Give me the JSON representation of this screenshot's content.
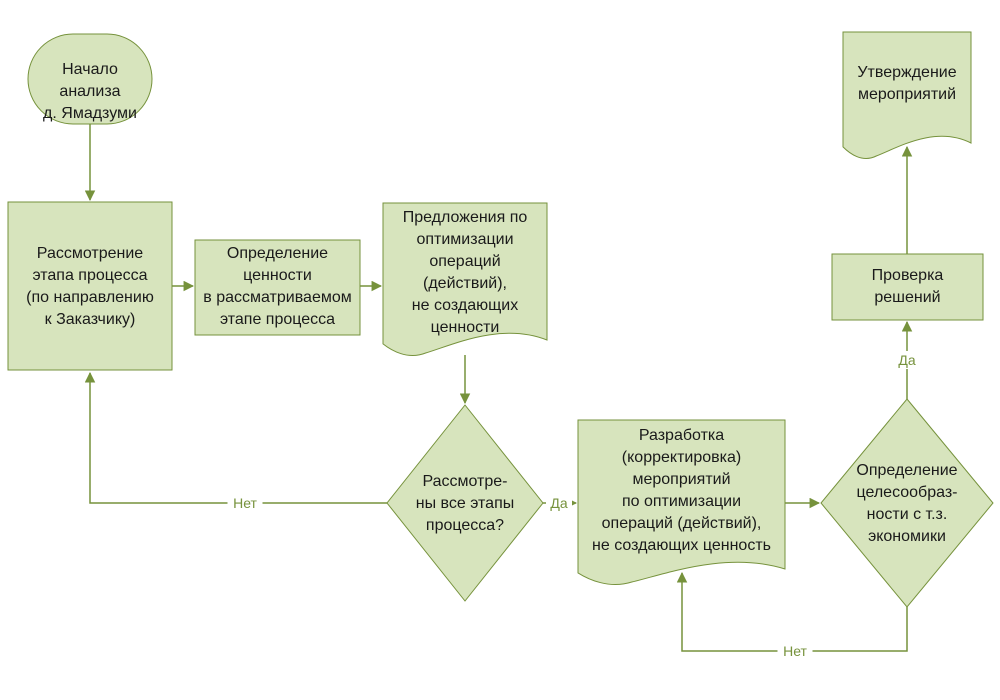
{
  "colors": {
    "shape_fill": "#d7e4bd",
    "shape_stroke": "#76923c",
    "connector": "#76923c",
    "text": "#1a1a1a",
    "edge_label": "#76923c"
  },
  "nodes": {
    "start": {
      "shape": "terminator",
      "lines": [
        "Начало",
        "анализа",
        "д. Ямадзуми"
      ]
    },
    "review_stage": {
      "shape": "process",
      "lines": [
        "Рассмотрение",
        "этапа процесса",
        "(по направлению",
        "к Заказчику)"
      ]
    },
    "define_value": {
      "shape": "process",
      "lines": [
        "Определение",
        "ценности",
        "в рассматриваемом",
        "этапе процесса"
      ]
    },
    "proposals": {
      "shape": "document",
      "lines": [
        "Предложения по",
        "оптимизации",
        "операций",
        "(действий),",
        "не создающих",
        "ценности"
      ]
    },
    "all_stages": {
      "shape": "decision",
      "lines": [
        "Рассмотре-",
        "ны все этапы",
        "процесса?"
      ]
    },
    "develop": {
      "shape": "document",
      "lines": [
        "Разработка",
        "(корректировка)",
        "мероприятий",
        "по оптимизации",
        "операций (действий),",
        "не создающих ценность"
      ]
    },
    "feasibility": {
      "shape": "decision",
      "lines": [
        "Определение",
        "целесообраз-",
        "ности с т.з.",
        "экономики"
      ]
    },
    "check": {
      "shape": "process",
      "lines": [
        "Проверка",
        "решений"
      ]
    },
    "approve": {
      "shape": "document",
      "lines": [
        "Утверждение",
        "мероприятий"
      ]
    }
  },
  "edges": [
    {
      "from": "start",
      "to": "review_stage",
      "label": ""
    },
    {
      "from": "review_stage",
      "to": "define_value",
      "label": ""
    },
    {
      "from": "define_value",
      "to": "proposals",
      "label": ""
    },
    {
      "from": "proposals",
      "to": "all_stages",
      "label": ""
    },
    {
      "from": "all_stages",
      "to": "review_stage",
      "label": "Нет"
    },
    {
      "from": "all_stages",
      "to": "develop",
      "label": "Да"
    },
    {
      "from": "develop",
      "to": "feasibility",
      "label": ""
    },
    {
      "from": "feasibility",
      "to": "develop",
      "label": "Нет"
    },
    {
      "from": "feasibility",
      "to": "check",
      "label": "Да"
    },
    {
      "from": "check",
      "to": "approve",
      "label": ""
    }
  ]
}
